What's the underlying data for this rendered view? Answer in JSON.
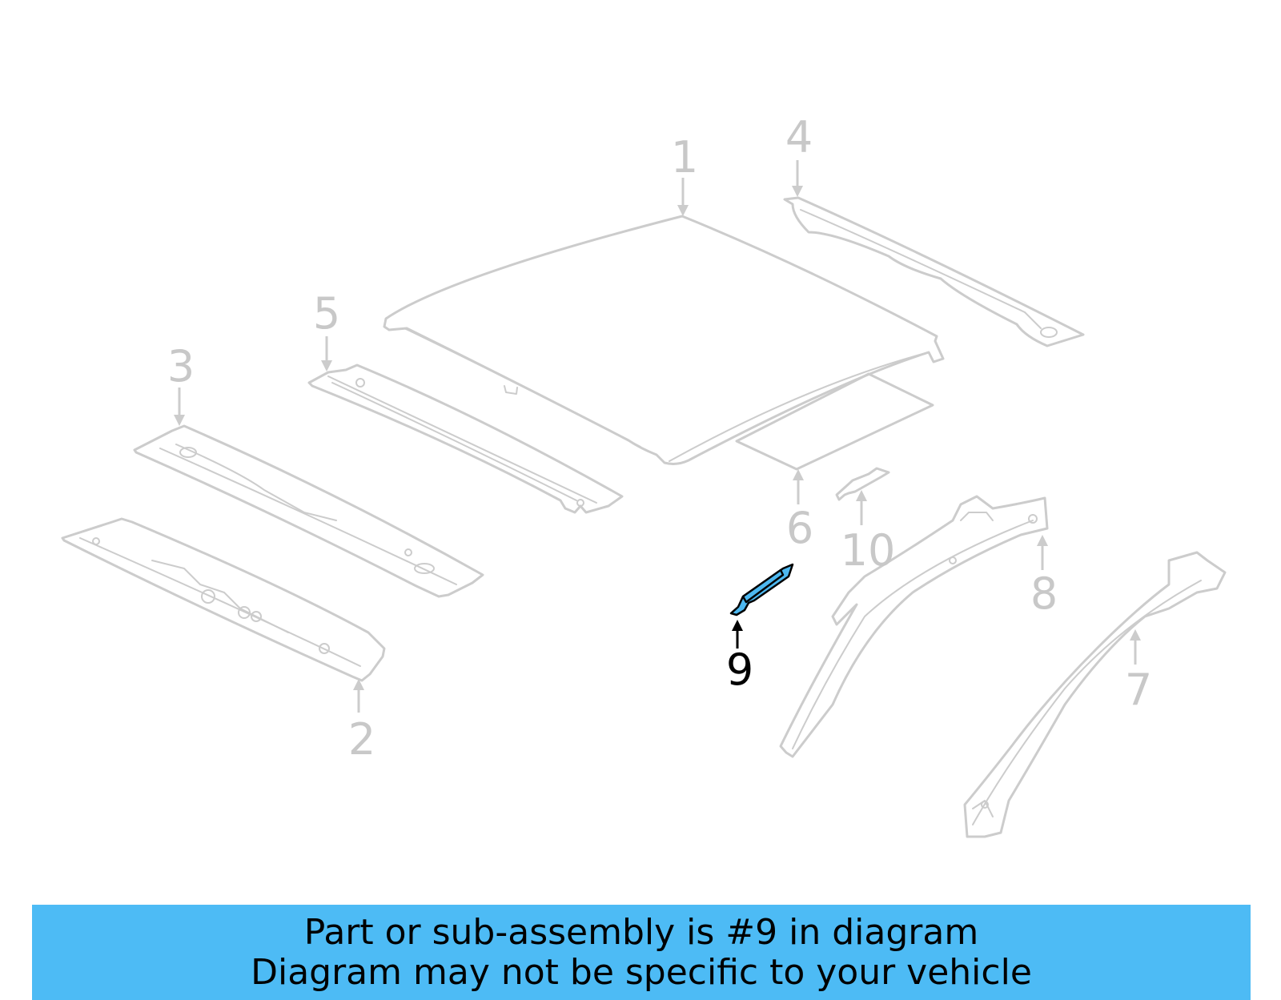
{
  "diagram": {
    "callouts": [
      {
        "id": "1",
        "label": "1",
        "highlighted": false
      },
      {
        "id": "2",
        "label": "2",
        "highlighted": false
      },
      {
        "id": "3",
        "label": "3",
        "highlighted": false
      },
      {
        "id": "4",
        "label": "4",
        "highlighted": false
      },
      {
        "id": "5",
        "label": "5",
        "highlighted": false
      },
      {
        "id": "6",
        "label": "6",
        "highlighted": false
      },
      {
        "id": "7",
        "label": "7",
        "highlighted": false
      },
      {
        "id": "8",
        "label": "8",
        "highlighted": false
      },
      {
        "id": "9",
        "label": "9",
        "highlighted": true
      },
      {
        "id": "10",
        "label": "10",
        "highlighted": false
      }
    ],
    "colors": {
      "part_outline": "#cccccc",
      "callout_text": "#c8c8c8",
      "highlight_fill": "#4db8f0",
      "highlight_outline": "#000000",
      "banner_background": "#4dbbf5"
    }
  },
  "banner": {
    "line1": "Part or sub-assembly is #9 in diagram",
    "line2": "Diagram may not be specific to your vehicle"
  }
}
